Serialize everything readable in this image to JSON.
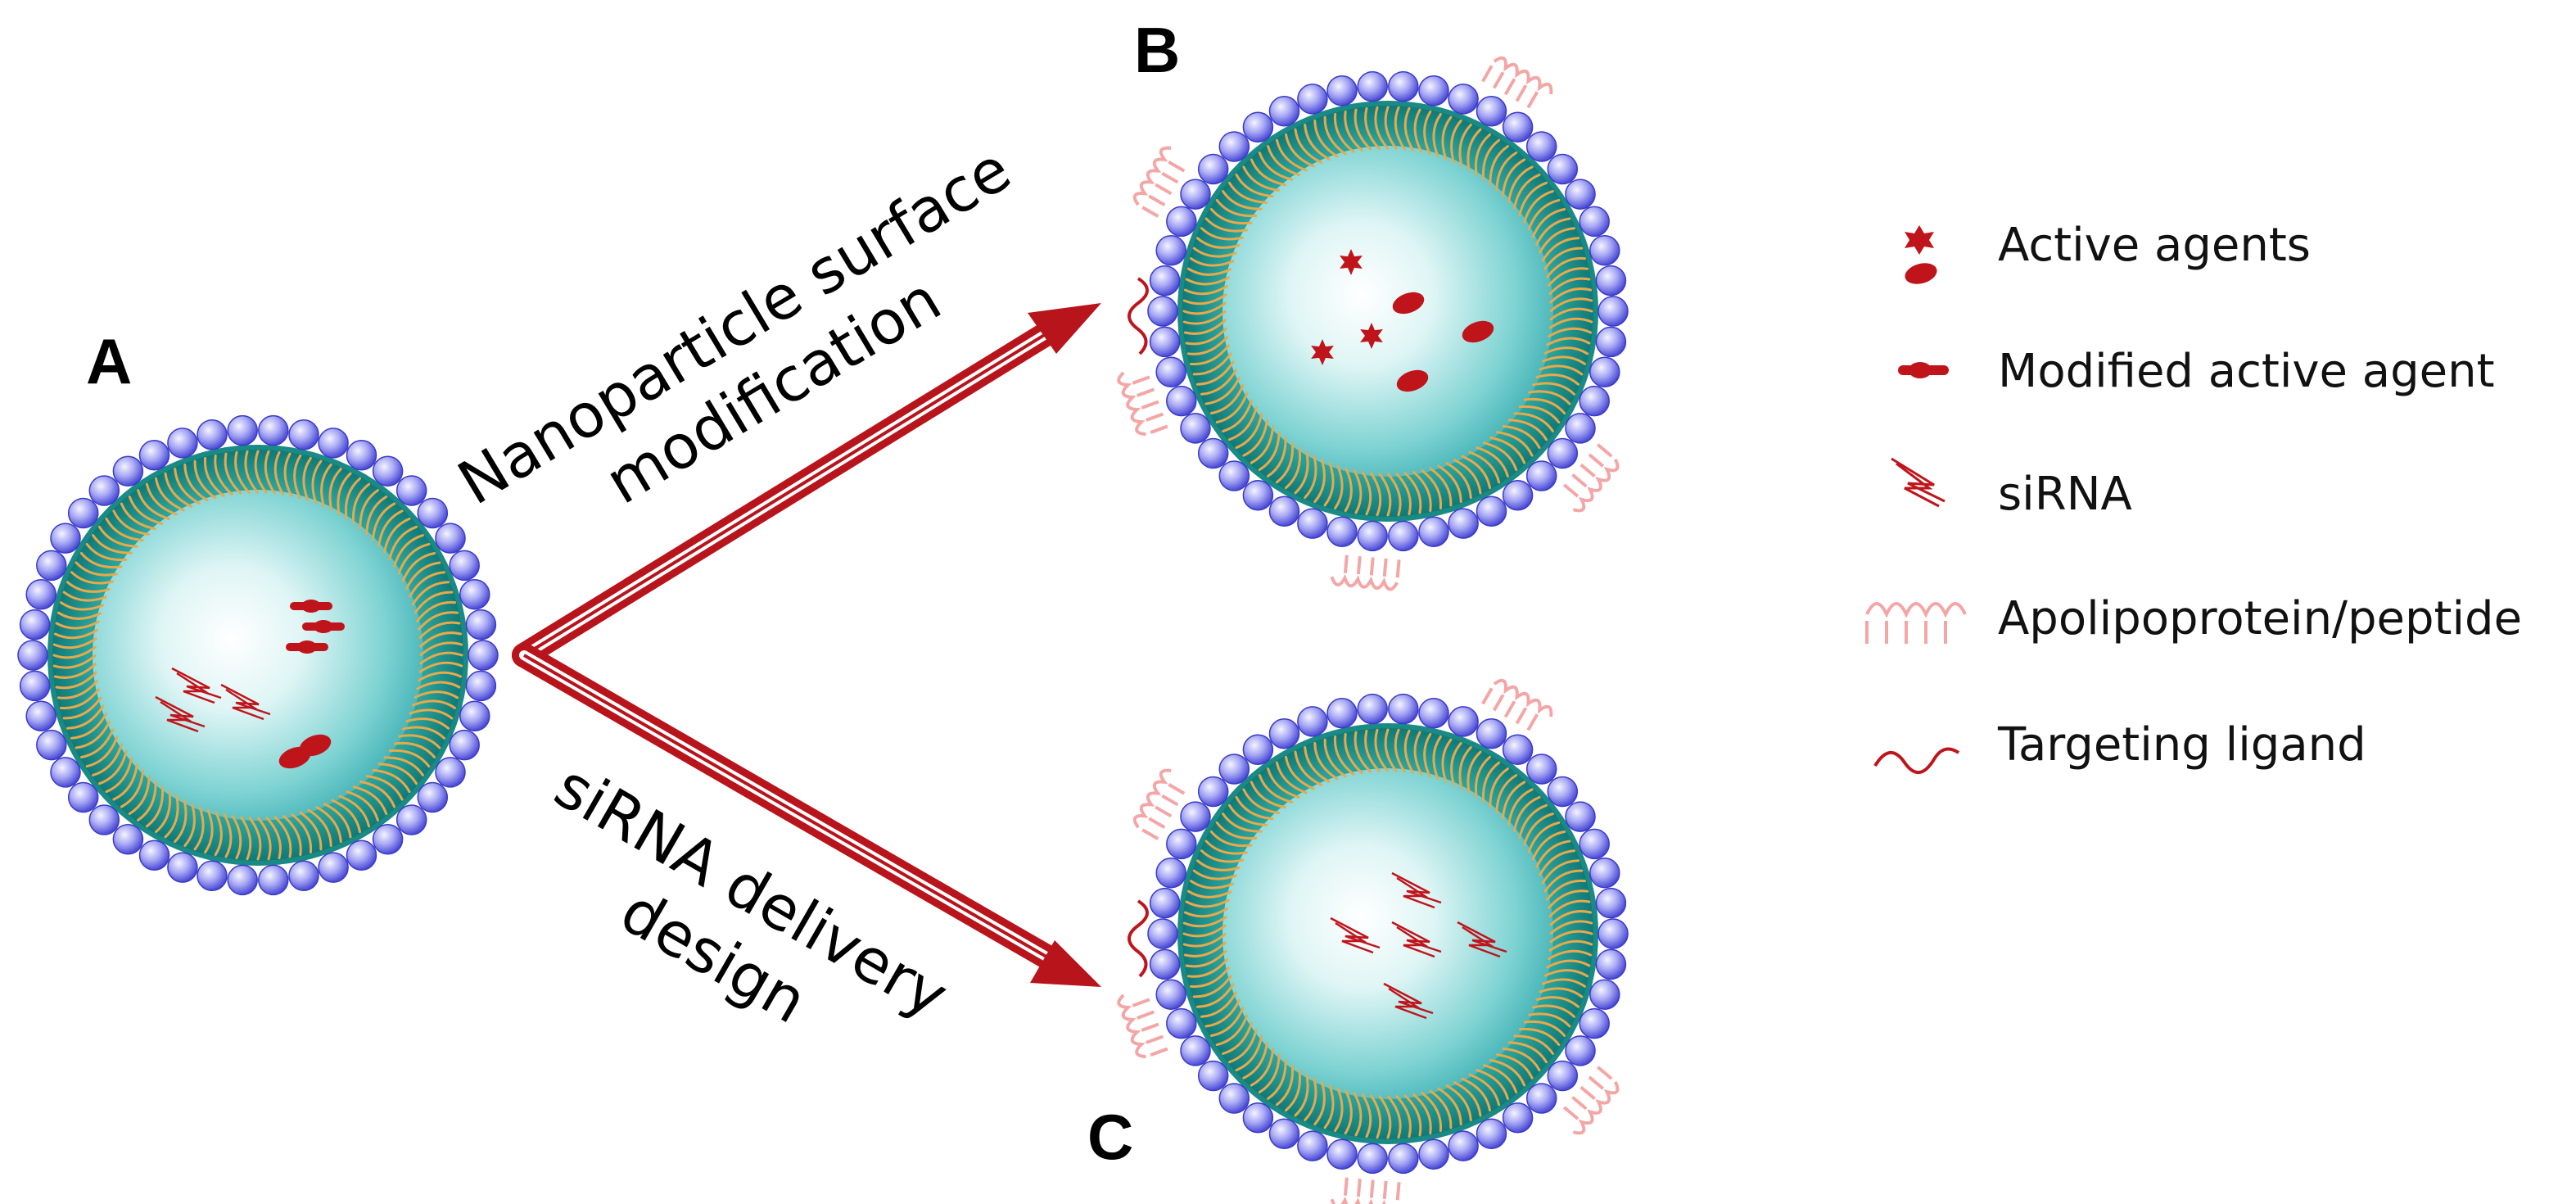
{
  "panels": {
    "a": "A",
    "b": "B",
    "c": "C"
  },
  "arrows": {
    "upper": {
      "line1": "Nanoparticle surface",
      "line2": "modification"
    },
    "lower": {
      "line1": "siRNA delivery",
      "line2": "design"
    }
  },
  "legend": {
    "items": [
      {
        "label": "Active agents",
        "icon": "active-agents-icon"
      },
      {
        "label": "Modified active agent",
        "icon": "modified-active-agent-icon"
      },
      {
        "label": "siRNA",
        "icon": "sirna-icon"
      },
      {
        "label": "Apolipoprotein/peptide",
        "icon": "apolipoprotein-icon"
      },
      {
        "label": "Targeting ligand",
        "icon": "targeting-ligand-icon"
      }
    ]
  },
  "colors": {
    "bead": "#6f6fe6",
    "bead_light": "#dcdcff",
    "shell": "#1a8a85",
    "core_center": "#ffffff",
    "core_edge": "#5cc4c6",
    "lipid_tail": "#e9a84a",
    "agent": "#c0141b",
    "arrow": "#b8141c",
    "protein": "#f4a6a6"
  }
}
